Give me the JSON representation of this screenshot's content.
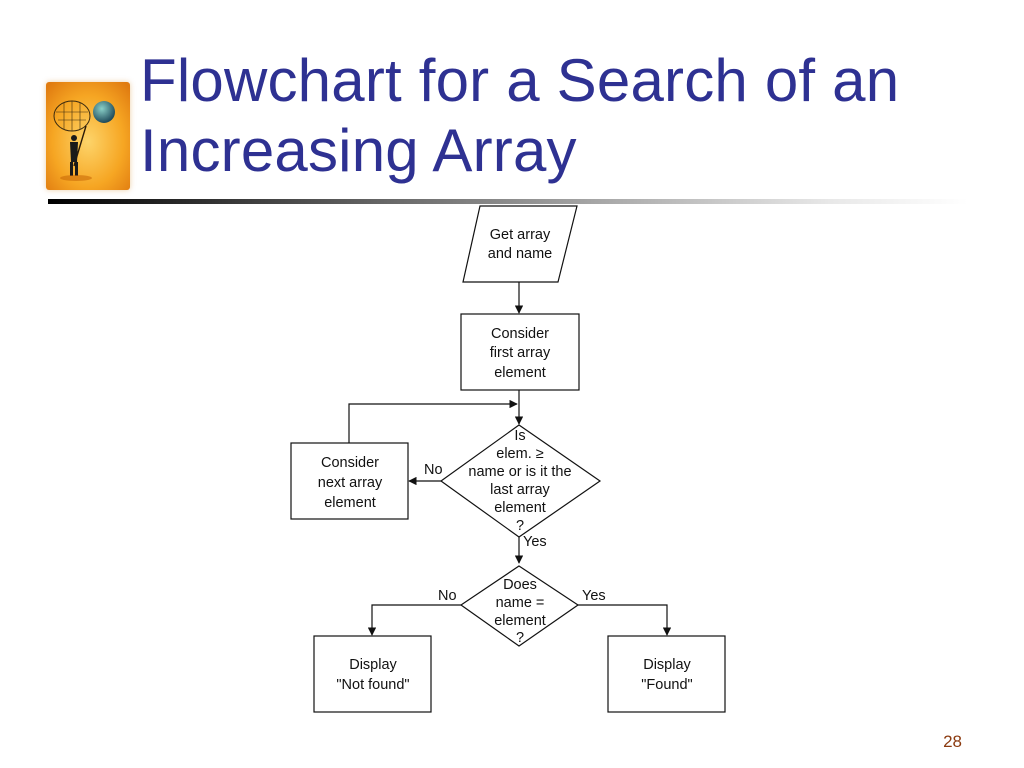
{
  "slide": {
    "title_line1": "Flowchart for a Search of an",
    "title_line2": "Increasing Array",
    "page_number": "28",
    "title_color": "#2e3192",
    "page_number_color": "#8b3a0f"
  },
  "logo": {
    "icon": "figure-with-butterfly-net-and-globe-icon"
  },
  "flowchart": {
    "input": [
      "Get array",
      "and name"
    ],
    "consider_first": [
      "Consider",
      "first array",
      "element"
    ],
    "decision1": [
      "Is",
      "elem. ≥",
      "name or is it the",
      "last array",
      "element",
      "?"
    ],
    "consider_next": [
      "Consider",
      "next array",
      "element"
    ],
    "decision1_no": "No",
    "decision1_yes": "Yes",
    "decision2": [
      "Does",
      "name =",
      "element",
      "?"
    ],
    "decision2_no": "No",
    "decision2_yes": "Yes",
    "not_found": [
      "Display",
      "\"Not found\""
    ],
    "found": [
      "Display",
      "\"Found\""
    ]
  }
}
